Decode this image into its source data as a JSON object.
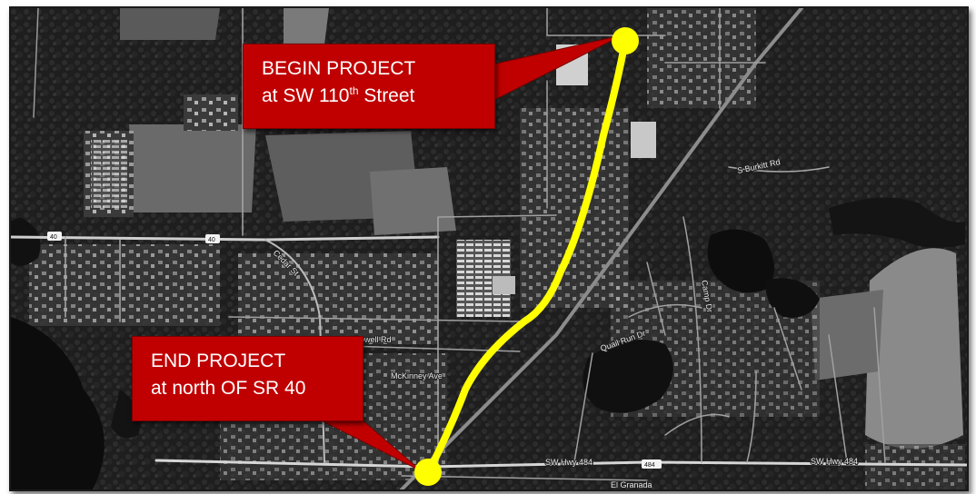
{
  "map": {
    "type": "aerial-satellite",
    "route_color": "#ffff00",
    "callout_color": "#c00000"
  },
  "callouts": {
    "begin": {
      "line1": "BEGIN PROJECT",
      "line2_prefix": "at SW 110",
      "line2_sup": "th",
      "line2_suffix": " Street"
    },
    "end": {
      "line1": "END PROJECT",
      "line2": "at north OF SR 40"
    }
  },
  "road_labels": {
    "sr40_a": "40",
    "sr40_b": "40",
    "hwy484_shield": "484",
    "cedar": "Cedar St",
    "powell": "Powell Rd",
    "mckinney": "McKinney Ave",
    "hwy484_a": "SW Hwy 484",
    "hwy484_b": "SW Hwy 484",
    "granada": "El Granada",
    "burkitt": "S Burkitt Rd",
    "camp": "Camp Dr",
    "quail": "Quail Run Dr"
  },
  "icons": {
    "begin_marker": "circle-marker-icon",
    "end_marker": "circle-marker-icon"
  }
}
